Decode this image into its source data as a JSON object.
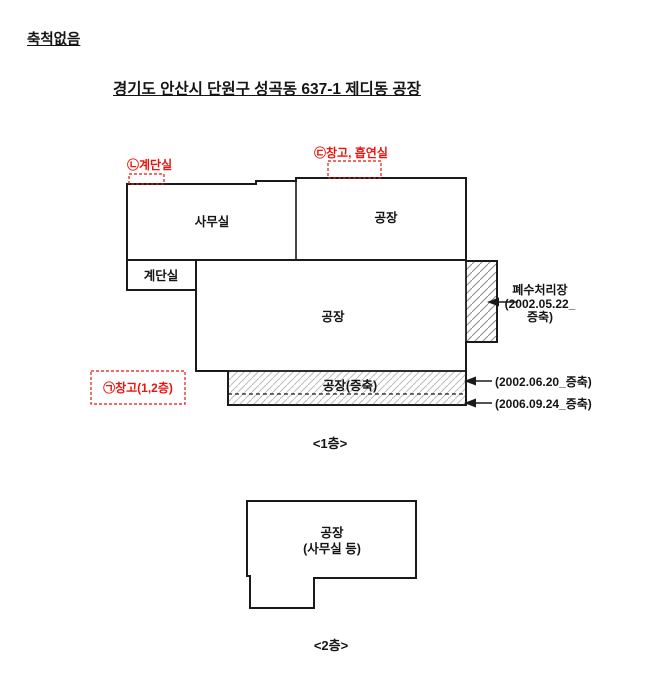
{
  "page": {
    "scale_note": "축척없음",
    "title": "경기도 안산시 단원구 성곡동 637-1 제디동 공장"
  },
  "colors": {
    "line": "#1a1a1a",
    "red_accent": "#e8150f",
    "hatch_dark": "#8a8a8a",
    "hatch_light": "#bcbcbc"
  },
  "floor1": {
    "caption": "<1층>",
    "rooms": {
      "office": "사무실",
      "factory_top": "공장",
      "stair": "계단실",
      "factory_main": "공장",
      "factory_ext": "공장(증축)"
    },
    "red_labels": {
      "stair": "㉡계단실",
      "storage_smoking": "㉢창고, 흡연실",
      "storage12": "㉠창고(1,2층)"
    },
    "annotations": {
      "waste_line1": "폐수처리장",
      "waste_line2": "(2002.05.22_",
      "waste_line3": "증축)",
      "ext1": "(2002.06.20_증축)",
      "ext2": "(2006.09.24_증축)"
    }
  },
  "floor2": {
    "caption": "<2층>",
    "room_line1": "공장",
    "room_line2": "(사무실 등)"
  }
}
